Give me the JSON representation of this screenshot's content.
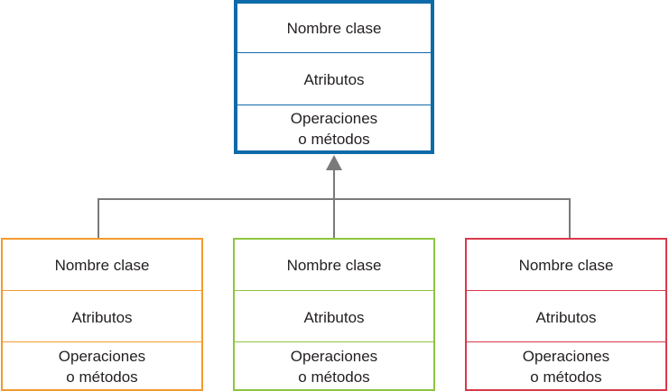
{
  "colors": {
    "parent": "#0e6aa9",
    "child_orange": "#f29a2e",
    "child_green": "#8dc63f",
    "child_red": "#d9394b",
    "connector": "#7a7a7a"
  },
  "parent": {
    "name": "Nombre clase",
    "attributes": "Atributos",
    "operations_line1": "Operaciones",
    "operations_line2": "o métodos"
  },
  "children": [
    {
      "name": "Nombre clase",
      "attributes": "Atributos",
      "operations_line1": "Operaciones",
      "operations_line2": "o métodos"
    },
    {
      "name": "Nombre clase",
      "attributes": "Atributos",
      "operations_line1": "Operaciones",
      "operations_line2": "o métodos"
    },
    {
      "name": "Nombre clase",
      "attributes": "Atributos",
      "operations_line1": "Operaciones",
      "operations_line2": "o métodos"
    }
  ]
}
